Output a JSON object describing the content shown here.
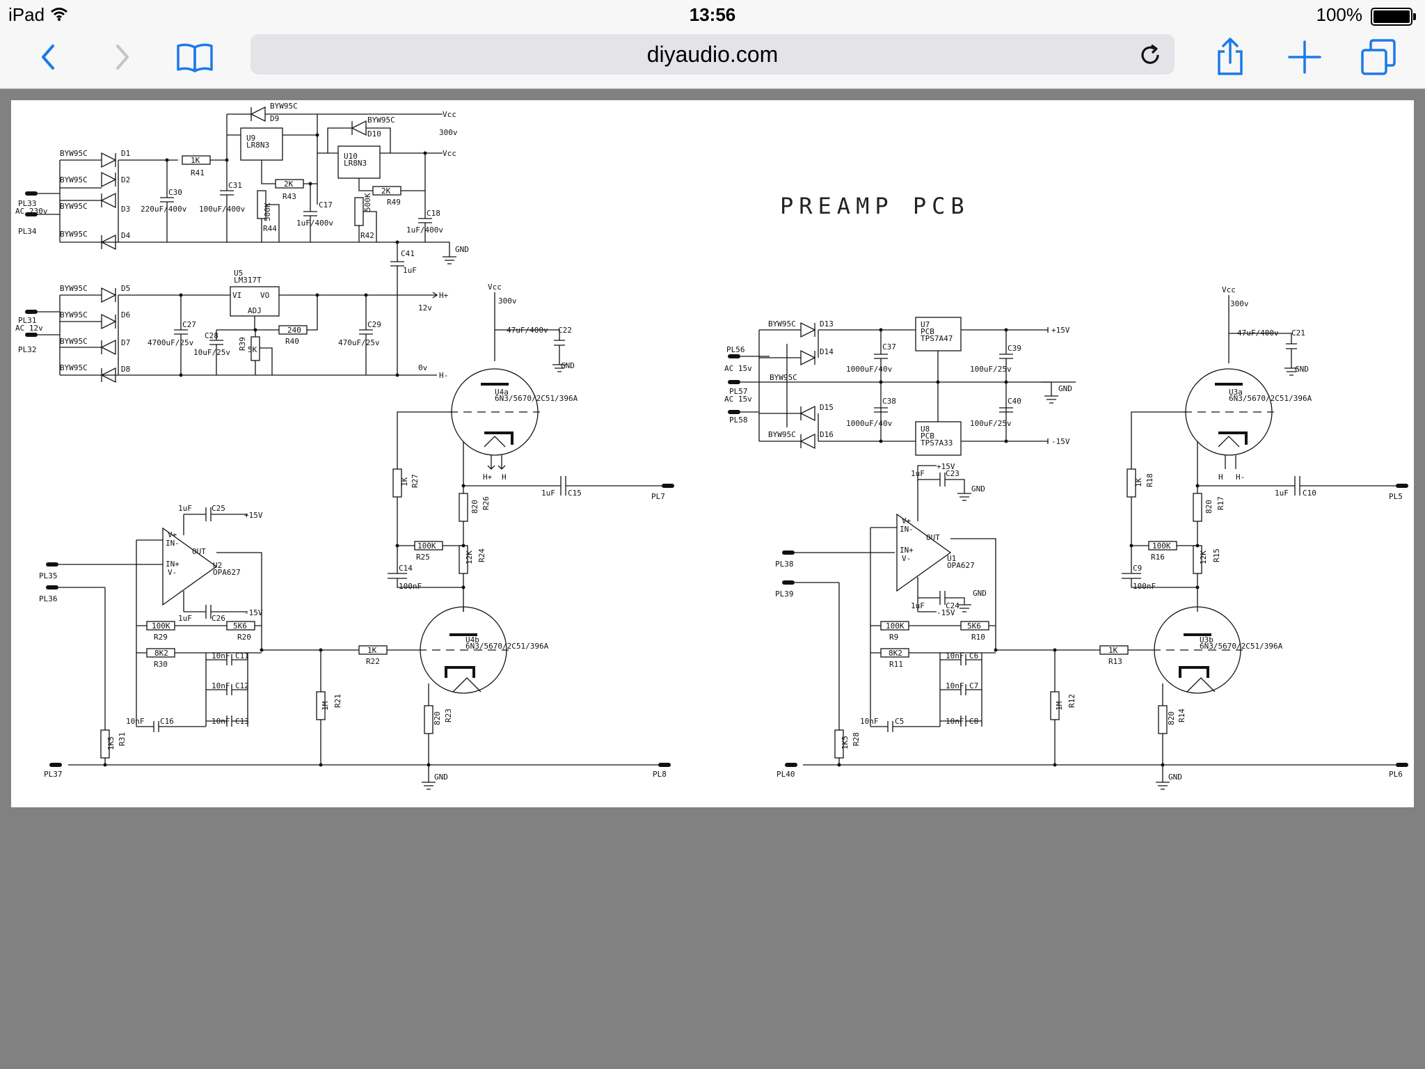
{
  "status_bar": {
    "device": "iPad",
    "time": "13:56",
    "battery": "100%"
  },
  "toolbar": {
    "url": "diyaudio.com"
  },
  "colors": {
    "accent": "#1a7aea",
    "chrome": "#f7f7f7",
    "backdrop": "#818181"
  },
  "icons": [
    "wifi-icon",
    "battery-icon",
    "back-icon",
    "forward-icon",
    "bookmarks-icon",
    "reload-icon",
    "share-icon",
    "new-tab-icon",
    "tabs-icon"
  ],
  "schematic": {
    "title": "PREAMP PCB",
    "labels": {
      "byw95c": "BYW95C",
      "d1": "D1",
      "d2": "D2",
      "d3": "D3",
      "d4": "D4",
      "d5": "D5",
      "d6": "D6",
      "d7": "D7",
      "d8": "D8",
      "d9": "D9",
      "d10": "D10",
      "d13": "D13",
      "d14": "D14",
      "d15": "D15",
      "d16": "D16",
      "pl33": "PL33",
      "pl34": "PL34",
      "ac230": "AC 230v",
      "pl31": "PL31",
      "pl32": "PL32",
      "ac12": "AC 12v",
      "u9": "U9",
      "u10": "U10",
      "lr8n3": "LR8N3",
      "r41": "R41",
      "r43": "R43",
      "r44": "R44",
      "r42": "R42",
      "r49": "R49",
      "v1k": "1K",
      "v2k": "2K",
      "v500k": "500K",
      "c30": "C30",
      "c30v": "220uF/400v",
      "c31": "C31",
      "c31v": "100uF/400v",
      "c17": "C17",
      "c17v": "1uF/400v",
      "c18": "C18",
      "c18v": "1uF/400v",
      "vcc": "Vcc",
      "v300": "300v",
      "gnd": "GND",
      "c41": "C41",
      "c41v": "1uF",
      "u5": "U5",
      "lm317": "LM317T",
      "vi": "VI",
      "vo": "VO",
      "adj": "ADJ",
      "c27": "C27",
      "c27v": "4700uF/25v",
      "c28": "C28",
      "c28v": "10uF/25v",
      "r39": "R39",
      "v5k": "5K",
      "r40": "R40",
      "v240": "240",
      "c29": "C29",
      "c29v": "470uF/25v",
      "hplus": "H+",
      "v12": "12v",
      "v0": "0v",
      "hminus": "H-",
      "u4a": "U4a",
      "u4b": "U4b",
      "u3a": "U3a",
      "u3b": "U3b",
      "tube": "6N3/5670/2C51/396A",
      "c22": "C22",
      "c22v": "47uF/400v",
      "c21": "C21",
      "c21v": "47uF/400v",
      "r27": "R27",
      "r26": "R26",
      "r25": "R25",
      "r24": "R24",
      "v100k": "100K",
      "v820": "820",
      "v12k": "12K",
      "c15": "C15",
      "c14": "C14",
      "v1uf": "1uF",
      "v100nf": "100nF",
      "pl7": "PL7",
      "pl35": "PL35",
      "pl36": "PL36",
      "pl37": "PL37",
      "pl8": "PL8",
      "u2": "U2",
      "opa627": "OPA627",
      "c25": "C25",
      "c26": "C26",
      "p15": "+15V",
      "m15": "-15V",
      "vplus": "V+",
      "vminus": "V-",
      "inminus": "IN-",
      "inplus": "IN+",
      "out": "OUT",
      "r29": "R29",
      "r20": "R20",
      "v5k6": "5K6",
      "r30": "R30",
      "v8k2": "8K2",
      "c11": "C11",
      "c12": "C12",
      "c13": "C13",
      "c16": "C16",
      "v10nf": "10nF",
      "r22": "R22",
      "r21": "R21",
      "v1m": "1M",
      "r23": "R23",
      "r31": "R31",
      "v1k5": "1K5",
      "pl56": "PL56",
      "pl57": "PL57",
      "pl58": "PL58",
      "ac15": "AC 15v",
      "u7": "U7",
      "u8": "U8",
      "pcb": "PCB",
      "tps47": "TPS7A47",
      "tps33": "TPS7A33",
      "c37": "C37",
      "c38": "C38",
      "v1000": "1000uF/40v",
      "c39": "C39",
      "c40": "C40",
      "v100uf25": "100uF/25v",
      "p15v": "+15V",
      "m15v": "-15V",
      "r18": "R18",
      "r17": "R17",
      "r16": "R16",
      "r15": "R15",
      "c10": "C10",
      "c9": "C9",
      "pl5": "PL5",
      "pl38": "PL38",
      "pl39": "PL39",
      "pl40": "PL40",
      "pl6": "PL6",
      "u1": "U1",
      "c23": "C23",
      "c24": "C24",
      "r9": "R9",
      "r10": "R10",
      "r11": "R11",
      "c6": "C6",
      "c7": "C7",
      "c8": "C8",
      "c5": "C5",
      "r13": "R13",
      "r12": "R12",
      "r14": "R14",
      "r28": "R28",
      "h": "H"
    }
  }
}
